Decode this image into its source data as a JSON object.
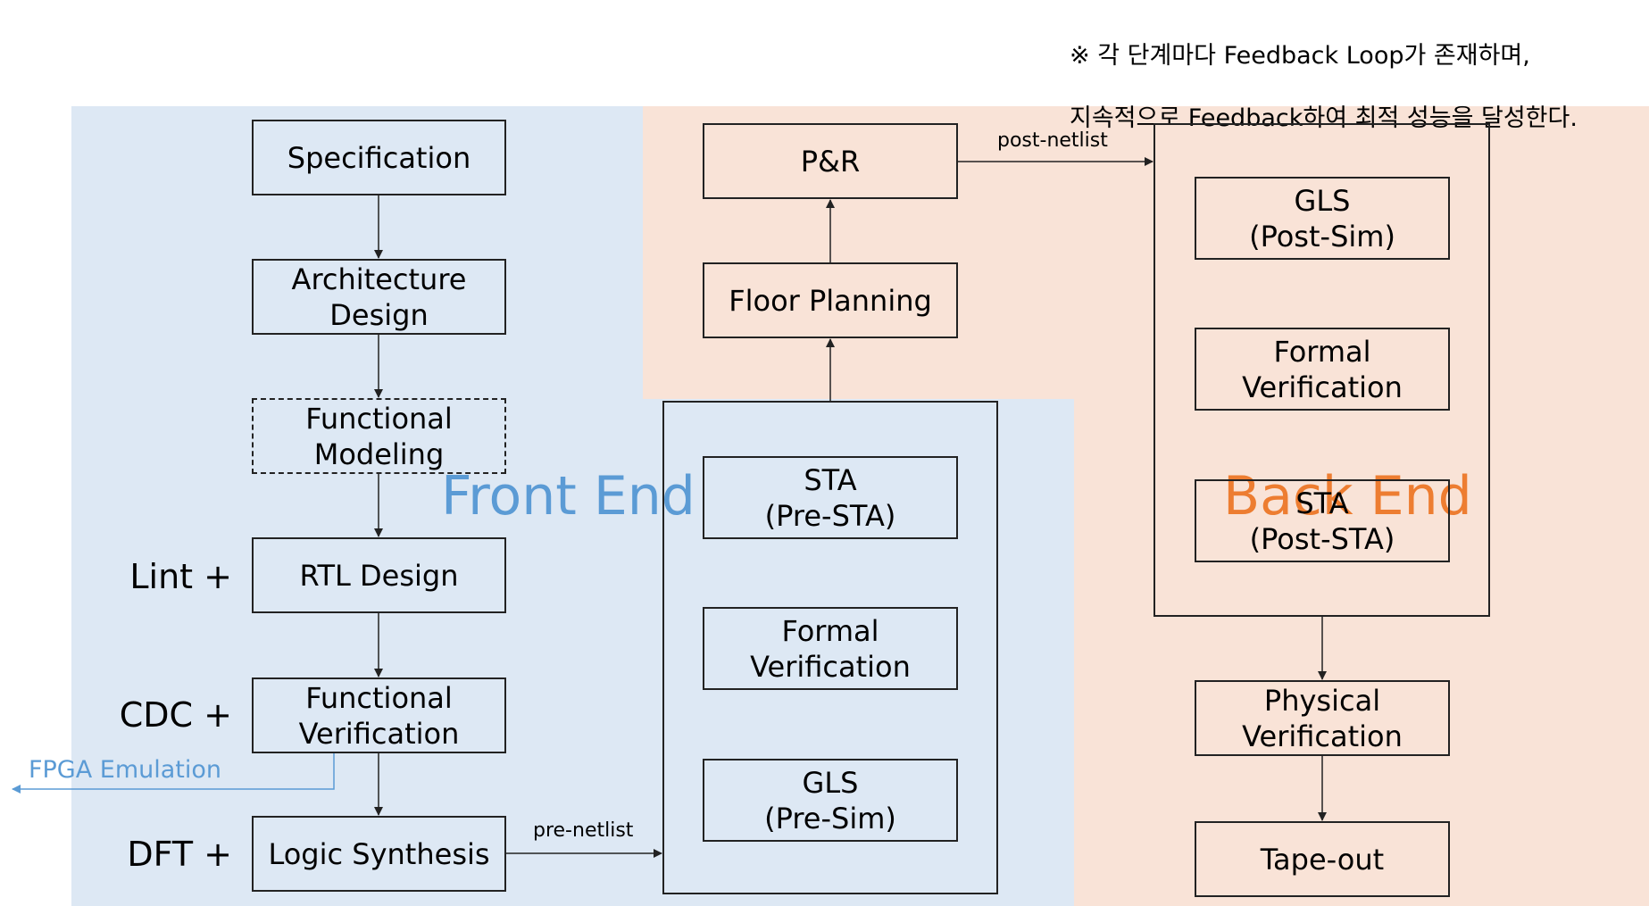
{
  "note": {
    "line1": "※ 각 단계마다 Feedback Loop가 존재하며,",
    "line2": "지속적으로 Feedback하여 최적 성능을 달성한다."
  },
  "regions": {
    "front_end_label": "Front End",
    "back_end_label": "Back End",
    "front_color": "#dde8f4",
    "back_color": "#f9e3d7",
    "front_text_color": "#5b9bd5",
    "back_text_color": "#ed7d31"
  },
  "front_flow": {
    "specification": "Specification",
    "architecture": "Architecture\nDesign",
    "functional_modeling": "Functional\nModeling",
    "rtl_design": "RTL Design",
    "functional_verification": "Functional\nVerification",
    "logic_synthesis": "Logic Synthesis"
  },
  "side_labels": {
    "lint": "Lint +",
    "cdc": "CDC +",
    "dft": "DFT +"
  },
  "fpga_emulation": "FPGA Emulation",
  "pre_netlist_group": {
    "edge_label": "pre-netlist",
    "sta": "STA\n(Pre-STA)",
    "formal": "Formal\nVerification",
    "gls": "GLS\n(Pre-Sim)"
  },
  "back_flow": {
    "floor_planning": "Floor Planning",
    "pnr": "P&R",
    "post_netlist_label": "post-netlist",
    "gls_post": "GLS\n(Post-Sim)",
    "formal_post": "Formal\nVerification",
    "sta_post": "STA\n(Post-STA)",
    "physical_verification": "Physical\nVerification",
    "tape_out": "Tape-out"
  }
}
